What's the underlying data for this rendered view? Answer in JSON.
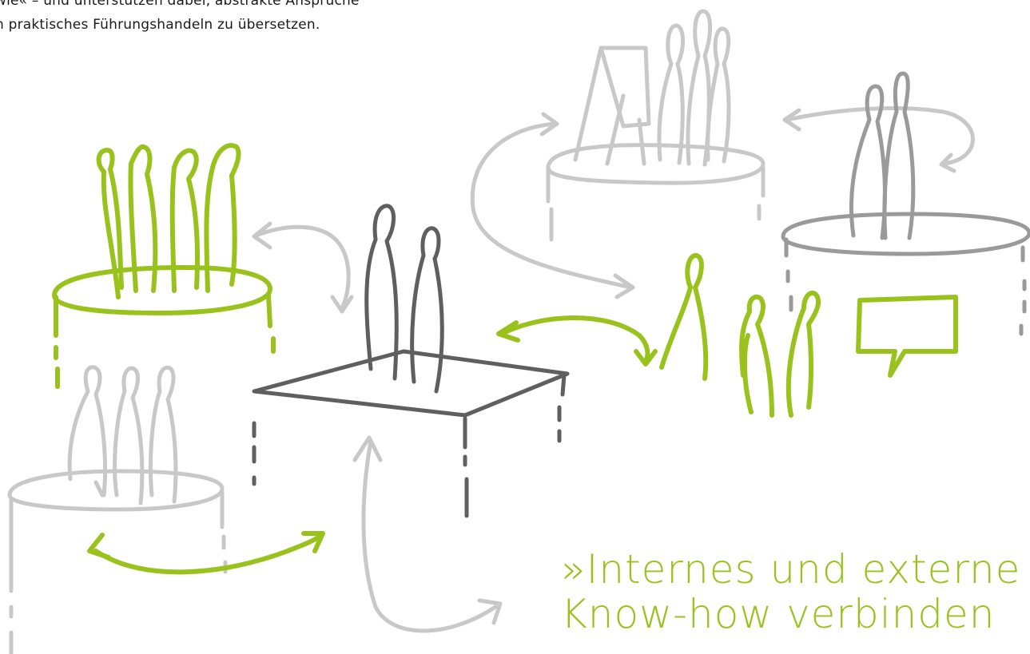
{
  "intro_text": {
    "line1": "wie« – und unterstützen dabei, abstrakte Ansprüche",
    "line2": "n praktisches Führungshandeln zu übersetzen."
  },
  "quote": {
    "line1": "»Internes und externe",
    "line2": "Know-how verbinden"
  },
  "colors": {
    "accent_green": "#99c21d",
    "dark_gray": "#5f5f5f",
    "mid_gray": "#9a9a9a",
    "light_gray": "#c8c8c8",
    "text": "#1a1a1a"
  },
  "icons": [
    "green-platform-group-icon",
    "dark-square-table-pair-icon",
    "light-platform-group-icon",
    "flipchart-platform-group-icon",
    "gray-platform-pair-icon",
    "green-figures-speech-bubble-icon",
    "double-arrow-icon"
  ]
}
